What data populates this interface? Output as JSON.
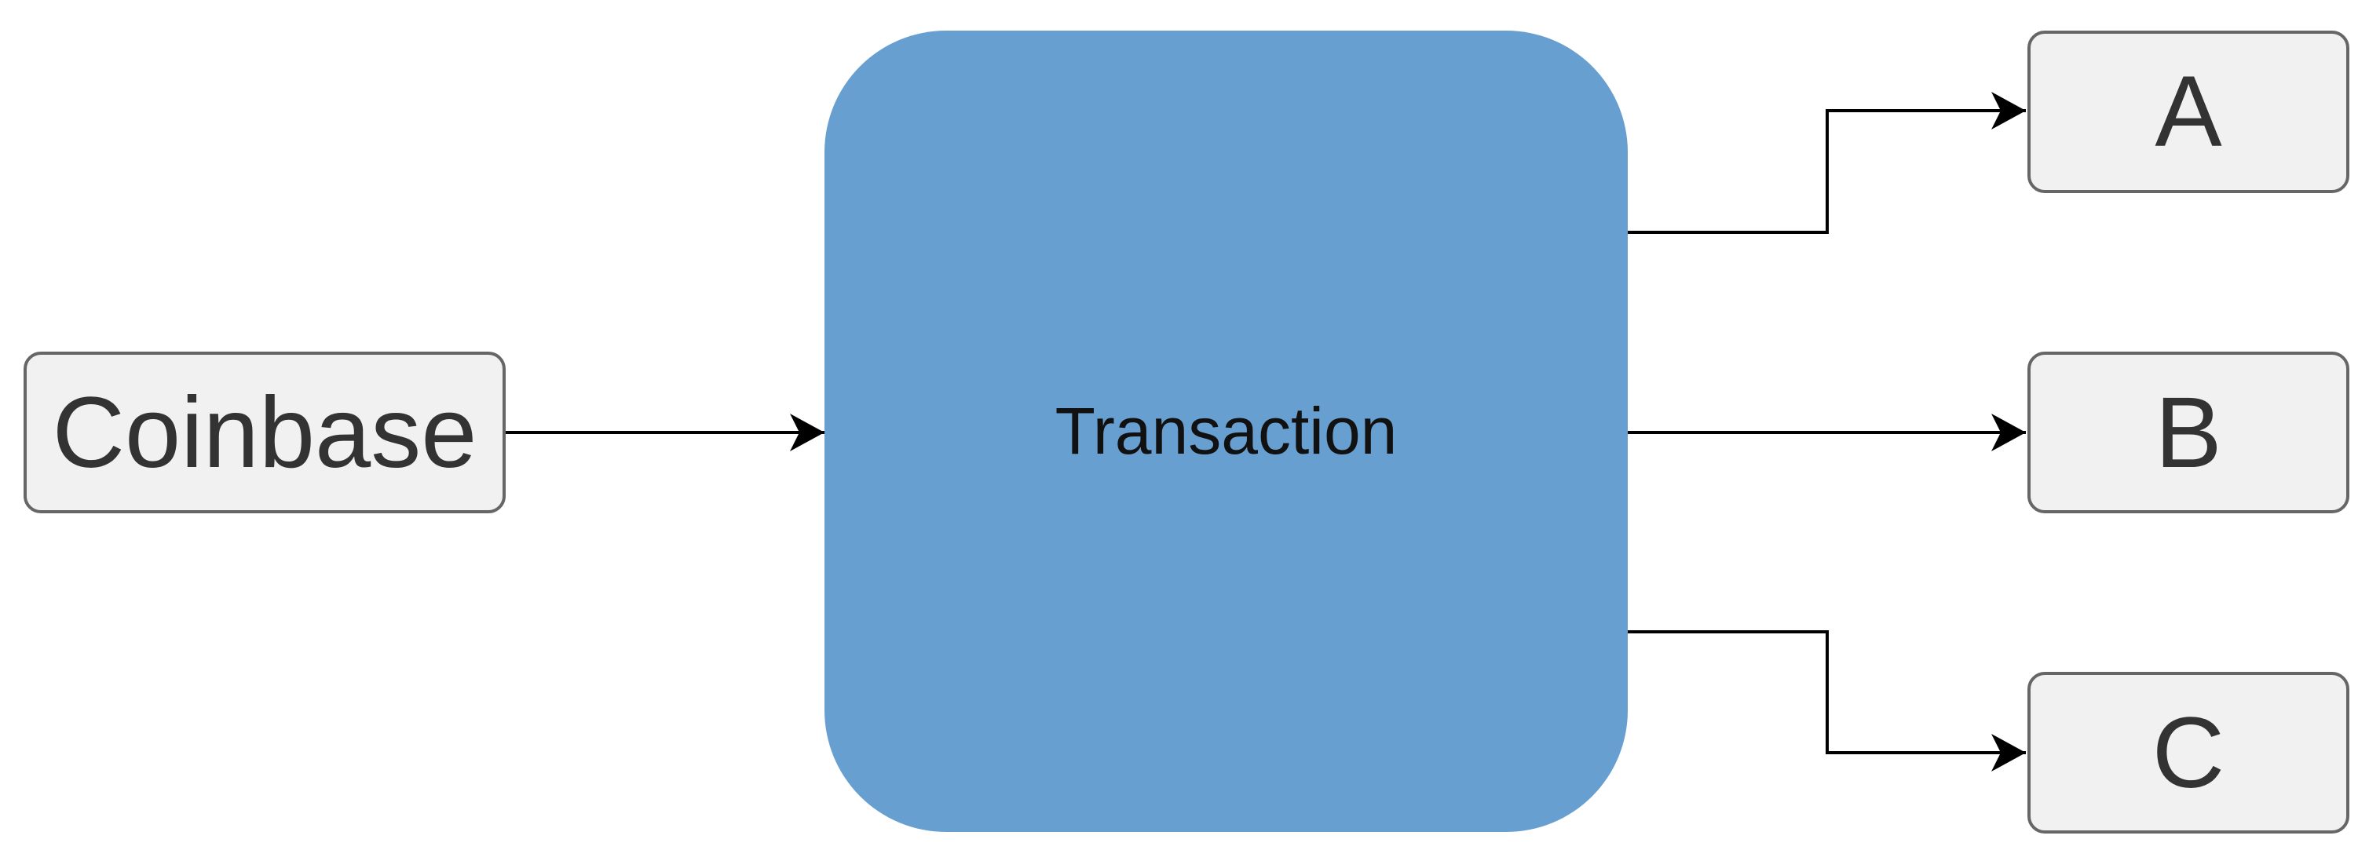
{
  "diagram": {
    "nodes": [
      {
        "id": "coinbase",
        "label": "Coinbase",
        "type": "rounded-box",
        "fill": "#f1f1f1",
        "stroke": "#666666"
      },
      {
        "id": "transaction",
        "label": "Transaction",
        "type": "rounded-box-large",
        "fill": "#67a0d0"
      },
      {
        "id": "a",
        "label": "A",
        "type": "rounded-box",
        "fill": "#f1f1f1",
        "stroke": "#666666"
      },
      {
        "id": "b",
        "label": "B",
        "type": "rounded-box",
        "fill": "#f1f1f1",
        "stroke": "#666666"
      },
      {
        "id": "c",
        "label": "C",
        "type": "rounded-box",
        "fill": "#f1f1f1",
        "stroke": "#666666"
      }
    ],
    "edges": [
      {
        "from": "coinbase",
        "to": "transaction"
      },
      {
        "from": "transaction",
        "to": "a"
      },
      {
        "from": "transaction",
        "to": "b"
      },
      {
        "from": "transaction",
        "to": "c"
      }
    ]
  }
}
